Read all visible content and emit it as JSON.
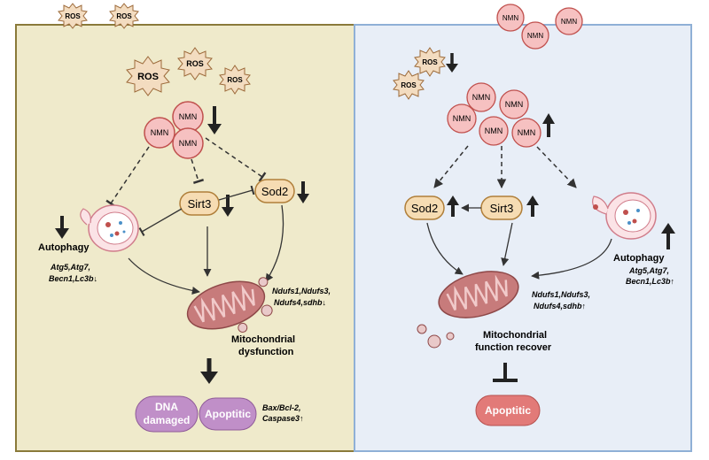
{
  "colors": {
    "left_panel_bg": "#efeacb",
    "left_panel_border": "#8a7a3a",
    "right_panel_bg": "#e8eef7",
    "right_panel_border": "#8fb0d6",
    "nmn_fill": "#f6c1c1",
    "nmn_stroke": "#c0504d",
    "ros_fill": "#f3dcc0",
    "ros_stroke": "#9c6a3a",
    "node_fill": "#f6dcb3",
    "node_stroke": "#b07f3a",
    "purple": "#c08fc8",
    "red_pill": "#e27a78",
    "mito_body": "#c77b7b",
    "mito_fold": "#a85a5a"
  },
  "labels": {
    "ros": "ROS",
    "nmn": "NMN",
    "sirt3": "Sirt3",
    "sod2": "Sod2",
    "autophagy": "Autophagy",
    "autophagy_genes_1": "Atg5,Atg7,",
    "autophagy_genes_left_2": "Becn1,Lc3b↓",
    "autophagy_genes_right_2": "Becn1,Lc3b↑",
    "ndufs_1": "Ndufs1,Ndufs3,",
    "ndufs_left_2": "Ndufs4,sdhb↓",
    "ndufs_right_2": "Ndufs4,sdhb↑",
    "mito_dysfunction_1": "Mitochondrial",
    "mito_dysfunction_2": "dysfunction",
    "mito_recover_1": "Mitochondrial",
    "mito_recover_2": "function recover",
    "dna_1": "DNA",
    "dna_2": "damaged",
    "apoptitic": "Apoptitic",
    "bax_1": "Bax/Bcl-2,",
    "bax_2": "Caspase3↑"
  },
  "icons": [
    "down-arrow-icon",
    "up-arrow-icon",
    "mitochondrion-icon",
    "autophagosome-icon",
    "ros-burst-icon",
    "nmn-molecule-icon"
  ]
}
